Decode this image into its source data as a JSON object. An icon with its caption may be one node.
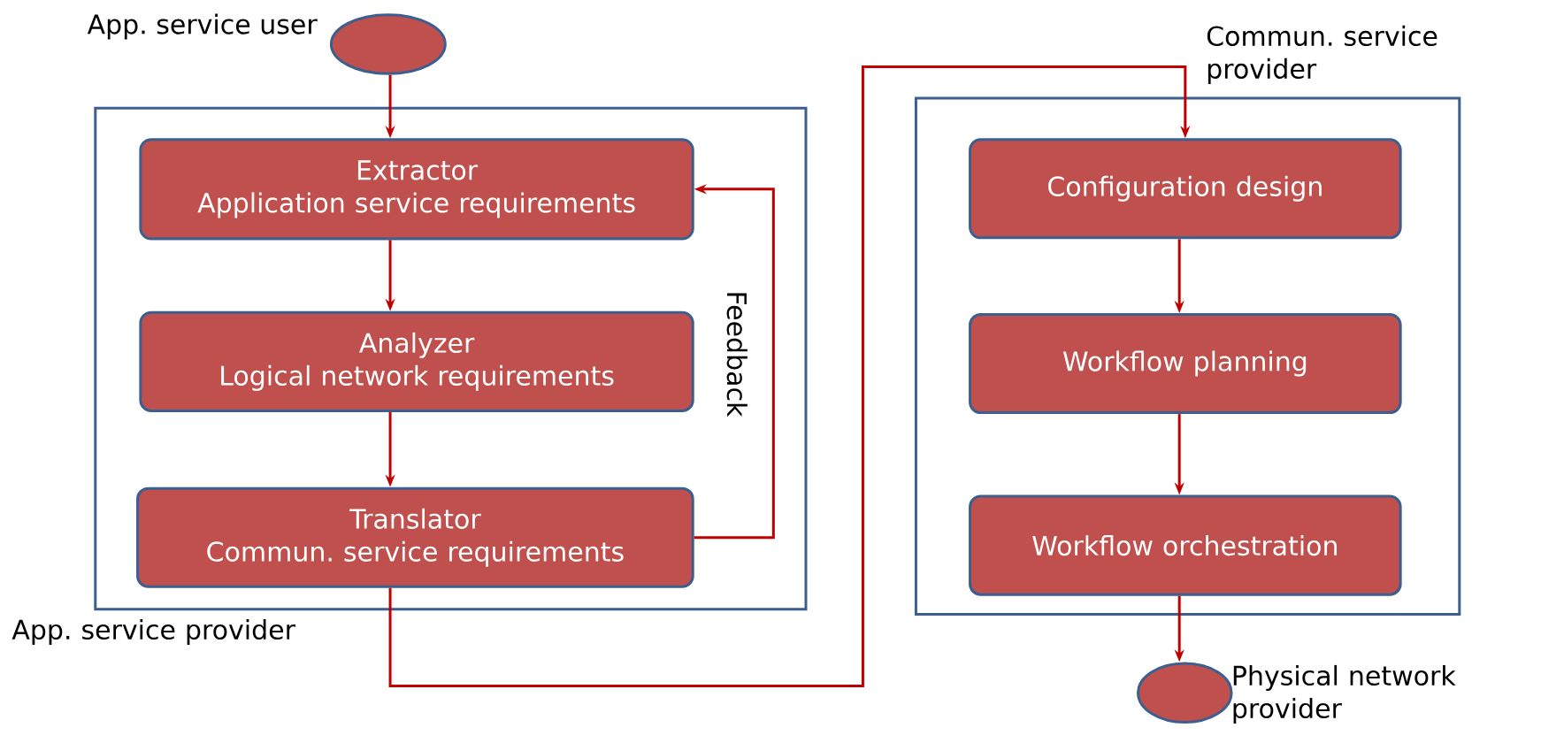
{
  "diagram": {
    "nodes": [
      {
        "text": [],
        "shape": "circle",
        "beside": [
          "App. service user"
        ]
      },
      {
        "text": [
          "App. service provider"
        ]
      },
      {
        "text": [
          "Extractor",
          "Application service requirements"
        ],
        "in": 1
      },
      {
        "text": [
          "Analyzer",
          "Logical network requirements"
        ],
        "in": 1
      },
      {
        "text": [
          "Translator",
          "Commun. service requirements"
        ],
        "in": 1
      },
      {
        "text": [
          "Commun. service provider"
        ]
      },
      {
        "text": [
          "Configuration design"
        ],
        "in": 5
      },
      {
        "text": [
          "Workflow planning"
        ],
        "in": 5
      },
      {
        "text": [
          "Workflow orchestration"
        ],
        "in": 5
      },
      {
        "text": [],
        "shape": "circle",
        "beside": [
          "Physical network provider"
        ]
      }
    ],
    "edges": [
      {
        "from": 0,
        "to": 2,
        "arrow": "to"
      },
      {
        "from": 2,
        "to": 3,
        "arrow": "to"
      },
      {
        "from": 3,
        "to": 4,
        "arrow": "to"
      },
      {
        "from": 4,
        "to": 2,
        "arrow": "to",
        "label": "Feedback"
      },
      {
        "from": 4,
        "to": 6,
        "arrow": "to"
      },
      {
        "from": 6,
        "to": 7,
        "arrow": "to"
      },
      {
        "from": 7,
        "to": 8,
        "arrow": "to"
      },
      {
        "from": 8,
        "to": 9,
        "arrow": "to"
      }
    ]
  }
}
